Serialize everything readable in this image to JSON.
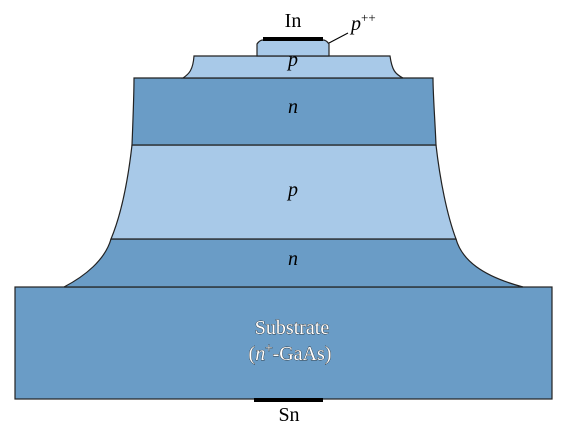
{
  "colors": {
    "dark_layer": "#6a9cc6",
    "light_layer": "#a8c9e8",
    "outline": "#222222",
    "contact": "#000000",
    "background": "#ffffff"
  },
  "labels": {
    "top_contact": "In",
    "top_contact_layer_base": "p",
    "top_contact_layer_sup": "++",
    "layer_top_p": "p",
    "layer_n_upper": "n",
    "layer_p_middle": "p",
    "layer_n_lower": "n",
    "substrate_line1": "Substrate",
    "substrate_line2_open": "(",
    "substrate_line2_n": "n",
    "substrate_line2_sup": "+",
    "substrate_line2_rest": "-GaAs)",
    "bottom_contact": "Sn"
  }
}
